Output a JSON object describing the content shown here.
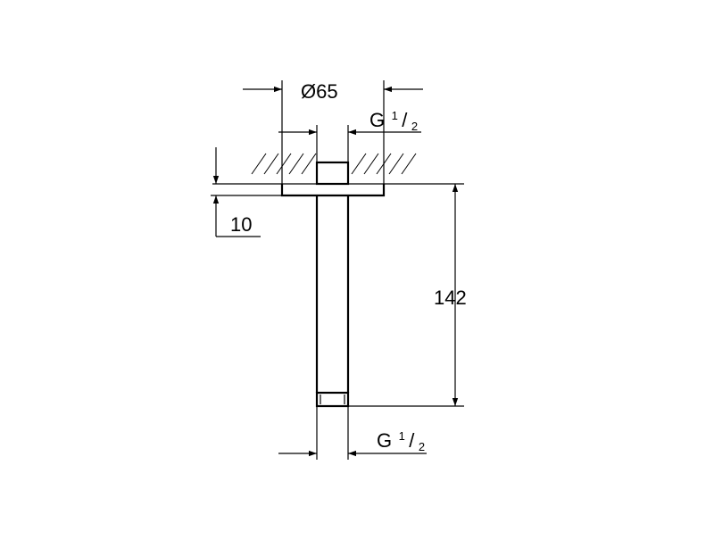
{
  "dimensions": {
    "flange_diameter": "Ø65",
    "top_thread": {
      "base": "G",
      "num": "1",
      "slash": "/",
      "den": "2"
    },
    "flange_height": "10",
    "arm_length": "142",
    "bottom_thread": {
      "base": "G",
      "num": "1",
      "slash": "/",
      "den": "2"
    }
  },
  "colors": {
    "line": "#000000",
    "background": "#ffffff"
  }
}
